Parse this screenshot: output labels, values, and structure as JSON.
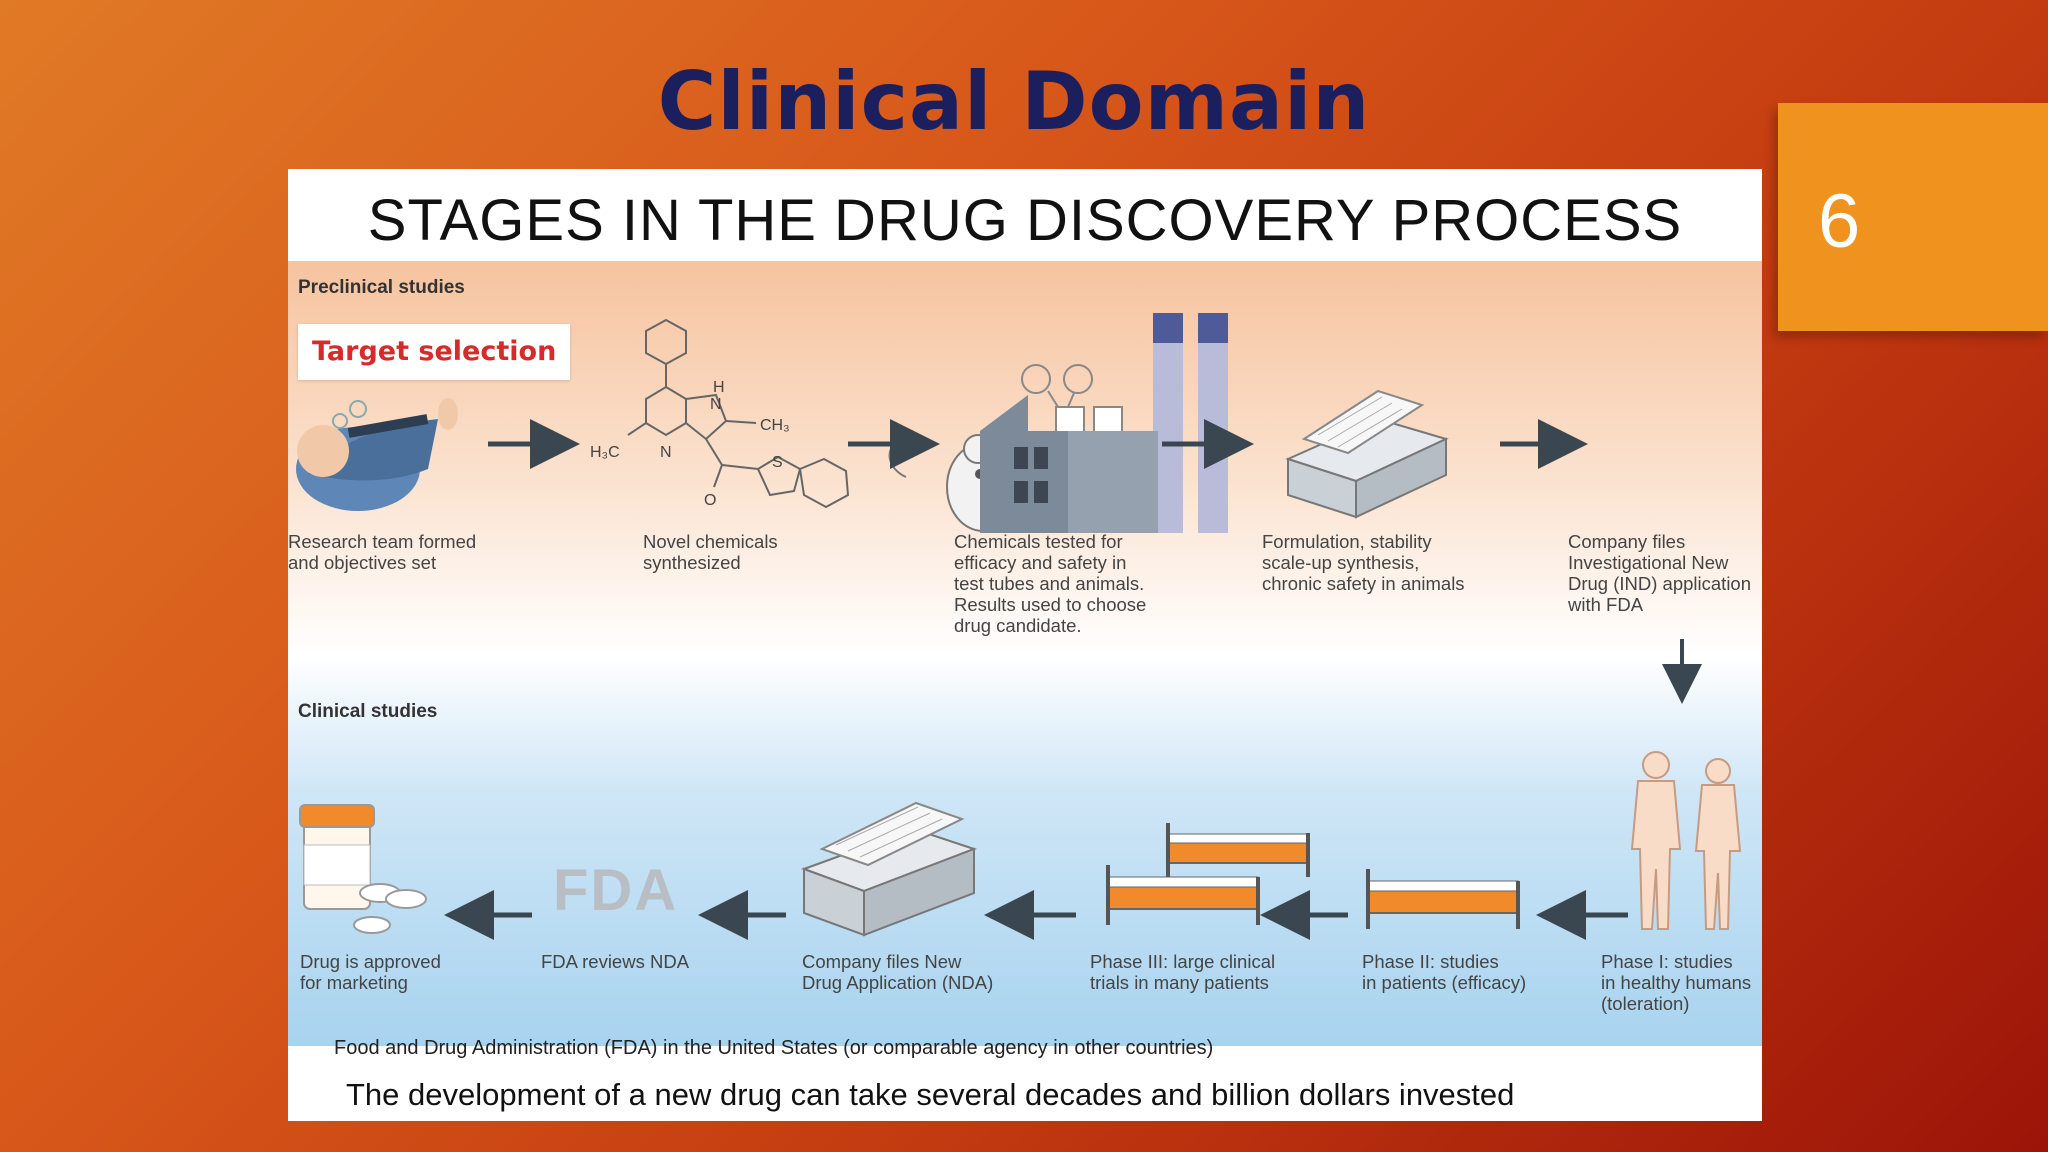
{
  "slide": {
    "title": "Clinical Domain",
    "page_number": "6"
  },
  "figure": {
    "title": "STAGES IN THE DRUG DISCOVERY PROCESS",
    "preclinical_label": "Preclinical studies",
    "clinical_label": "Clinical studies",
    "target_selection": "Target selection",
    "chem_labels": {
      "h": "H",
      "n1": "N",
      "ch3": "CH₃",
      "h3c": "H₃C",
      "n2": "N",
      "s": "S",
      "o": "O"
    },
    "preclinical_steps": [
      {
        "caption": "Research team formed\nand objectives set"
      },
      {
        "caption": "Novel chemicals\nsynthesized"
      },
      {
        "caption": "Chemicals tested for\nefficacy and safety in\ntest tubes and animals.\nResults used to choose\ndrug candidate."
      },
      {
        "caption": "Formulation, stability\nscale-up synthesis,\nchronic safety in animals"
      },
      {
        "caption": "Company files\nInvestigational New\nDrug (IND) application\nwith FDA"
      }
    ],
    "clinical_steps": [
      {
        "caption": "Phase I: studies\nin healthy humans\n(toleration)"
      },
      {
        "caption": "Phase II: studies\nin patients (efficacy)"
      },
      {
        "caption": "Phase III: large clinical\ntrials in many patients"
      },
      {
        "caption": "Company files New\nDrug Application (NDA)"
      },
      {
        "caption": "FDA reviews NDA"
      },
      {
        "caption": "Drug is approved\nfor marketing"
      }
    ],
    "fda_mark": "FDA",
    "footnote": "Food and Drug Administration (FDA) in the United States (or comparable agency in other countries)",
    "bottom_line": "The development of a new drug can take several decades and billion dollars invested"
  },
  "colors": {
    "title": "#1c1f5e",
    "badge": "#f0921e",
    "target_text": "#d52b2b",
    "arrow": "#3a4650"
  }
}
